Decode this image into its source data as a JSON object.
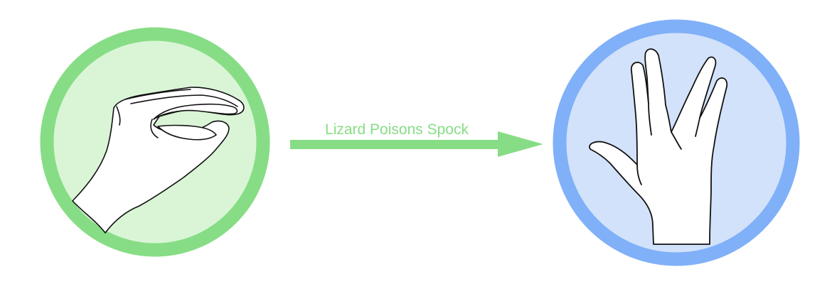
{
  "diagram": {
    "source": {
      "gesture": "Lizard",
      "icon": "lizard-hand-icon",
      "fill_color": "#d9f5d6",
      "ring_color": "#87dd85"
    },
    "target": {
      "gesture": "Spock",
      "icon": "spock-hand-icon",
      "fill_color": "#d2e2fb",
      "ring_color": "#80b0f8"
    },
    "relation": {
      "label": "Lizard Poisons Spock",
      "color": "#87dd85",
      "direction": "source-to-target"
    }
  }
}
